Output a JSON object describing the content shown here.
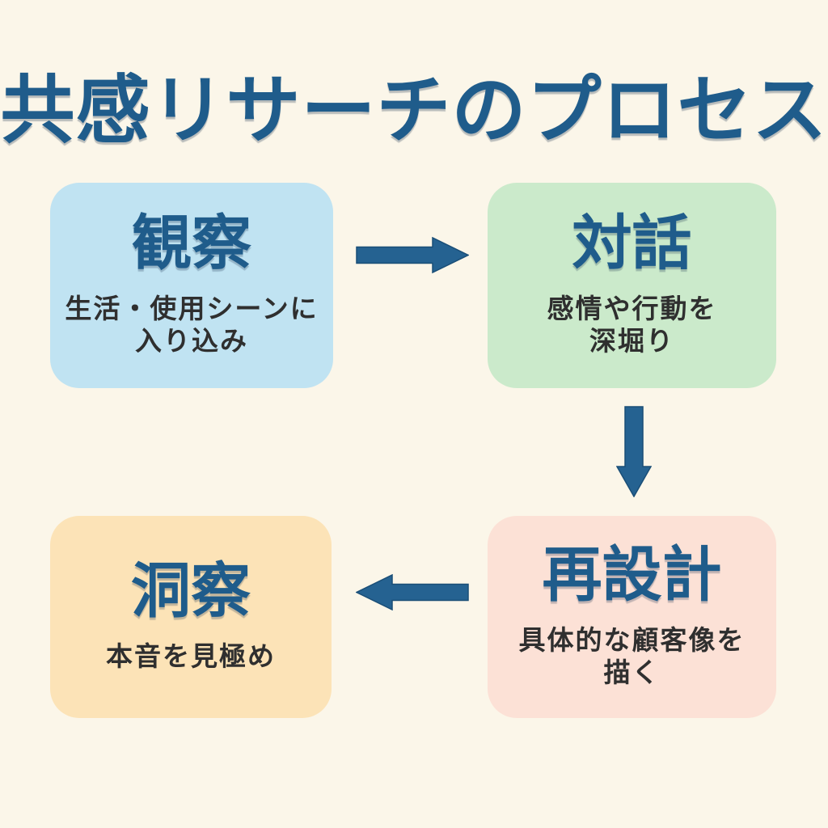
{
  "title": "共感リサーチのプロセス",
  "colors": {
    "background": "#FBF6E9",
    "title-ink": "#1F5C8B",
    "desc-ink": "#2F2F2F",
    "arrow": "#256291",
    "arrow-stroke": "#1A4E77",
    "box-blue": "#C0E3F2",
    "box-green": "#CBEACB",
    "box-pink": "#FCE1D6",
    "box-orange": "#FCE3B7"
  },
  "boxes": [
    {
      "id": "observation",
      "label": "観察",
      "description": "生活・使用シーンに\n入り込み"
    },
    {
      "id": "dialogue",
      "label": "対話",
      "description": "感情や行動を\n深堀り"
    },
    {
      "id": "redesign",
      "label": "再設計",
      "description": "具体的な顧客像を\n描く"
    },
    {
      "id": "insight",
      "label": "洞察",
      "description": "本音を見極め"
    }
  ],
  "arrows": [
    {
      "id": "arrow-right-icon",
      "direction": "right",
      "from": "観察",
      "to": "対話"
    },
    {
      "id": "arrow-down-icon",
      "direction": "down",
      "from": "対話",
      "to": "再設計"
    },
    {
      "id": "arrow-left-icon",
      "direction": "left",
      "from": "再設計",
      "to": "洞察"
    }
  ]
}
